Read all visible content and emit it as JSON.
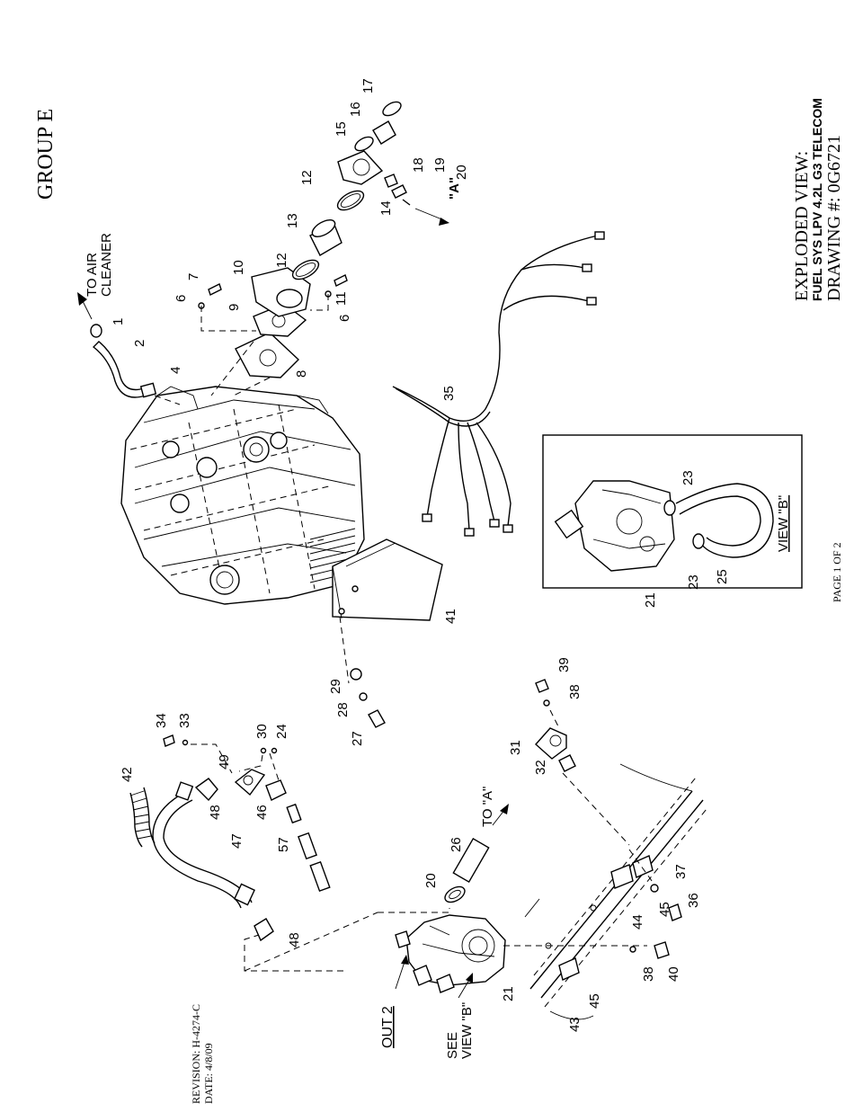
{
  "header": {
    "group": "GROUP E",
    "title_line1": "EXPLODED VIEW:",
    "title_line2": "FUEL SYS LPV 4.2L G3 TELECOM",
    "drawing": "DRAWING #: 0G6721"
  },
  "footer": {
    "page": "PAGE 1 OF 2",
    "revision": "REVISION: H-4274-C",
    "date": "DATE: 4/8/09"
  },
  "notes": {
    "to_air_cleaner_1": "TO AIR",
    "to_air_cleaner_2": "CLEANER",
    "to_a": "TO \"A\"",
    "arrow_a": "\"A\"",
    "out2": "OUT 2",
    "see_view_b_1": "SEE",
    "see_view_b_2": "VIEW \"B\"",
    "view_b_label": "VIEW \"B\""
  },
  "callouts": [
    "1",
    "2",
    "4",
    "6",
    "7",
    "10",
    "9",
    "8",
    "6",
    "11",
    "12",
    "13",
    "12",
    "14",
    "15",
    "16",
    "17",
    "18",
    "19",
    "20",
    "35",
    "23",
    "23",
    "21",
    "25",
    "41",
    "29",
    "28",
    "27",
    "39",
    "38",
    "31",
    "32",
    "34",
    "33",
    "30",
    "24",
    "49",
    "42",
    "48",
    "46",
    "47",
    "57",
    "48",
    "26",
    "20",
    "21",
    "37",
    "36",
    "44",
    "45",
    "45",
    "43",
    "38",
    "40"
  ]
}
